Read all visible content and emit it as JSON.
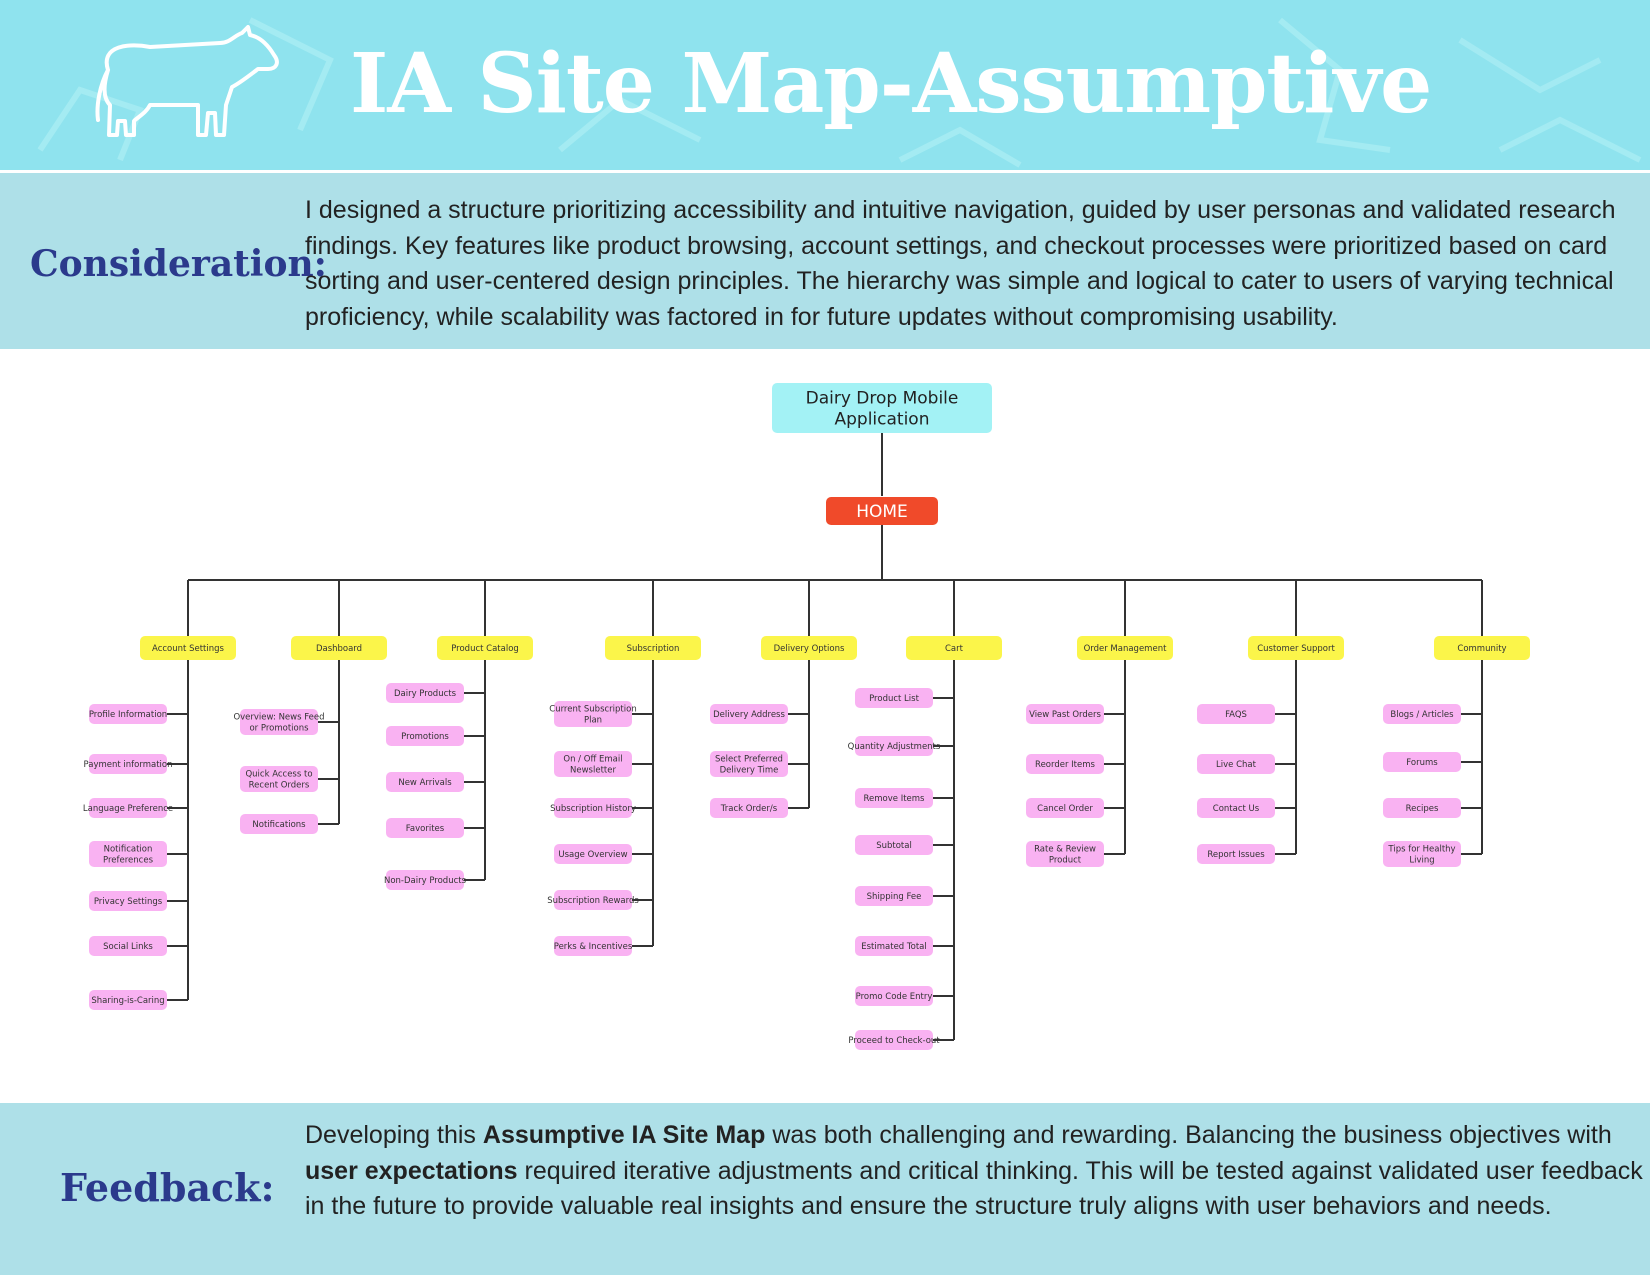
{
  "page": {
    "title": "IA Site Map-Assumptive",
    "colors": {
      "header_bg": "#8fe3ee",
      "band_bg": "#aee0e8",
      "label_color": "#2b3a8c",
      "root_box": "#a3f2f5",
      "home_box": "#f04a2a",
      "category_box": "#fbf54a",
      "leaf_box": "#f9b2f2"
    }
  },
  "consideration": {
    "label": "Consideration:",
    "text": "I designed a structure prioritizing accessibility and intuitive navigation, guided by user personas and validated research findings. Key features like product browsing, account settings, and checkout processes were prioritized based on card sorting and user-centered design principles. The hierarchy was simple and logical to cater to users of varying technical proficiency, while scalability was factored in for future updates without compromising usability."
  },
  "feedback": {
    "label": "Feedback:",
    "text_1": "Developing this ",
    "bold_1": "Assumptive IA Site Map",
    "text_2": " was both challenging and rewarding. Balancing the business objectives with ",
    "bold_2": "user expectations",
    "text_3": " required iterative adjustments and critical thinking. This will be tested against validated user feedback in the future to provide valuable real insights and ensure the structure truly aligns with user behaviors and needs."
  },
  "sitemap": {
    "root": "Dairy Drop Mobile Application",
    "home": "HOME",
    "categories": [
      {
        "label": "Account Settings",
        "children": [
          "Profile Information",
          "Payment information",
          "Language Preference",
          "Notification Preferences",
          "Privacy Settings",
          "Social Links",
          "Sharing-is-Caring"
        ]
      },
      {
        "label": "Dashboard",
        "children": [
          "Overview: News Feed or Promotions",
          "Quick Access to Recent Orders",
          "Notifications"
        ]
      },
      {
        "label": "Product Catalog",
        "children": [
          "Dairy Products",
          "Promotions",
          "New Arrivals",
          "Favorites",
          "Non-Dairy Products"
        ]
      },
      {
        "label": "Subscription",
        "children": [
          "Current Subscription Plan",
          "On / Off Email Newsletter",
          "Subscription History",
          "Usage Overview",
          "Subscription Rewards",
          "Perks & Incentives"
        ]
      },
      {
        "label": "Delivery Options",
        "children": [
          "Delivery Address",
          "Select Preferred Delivery Time",
          "Track Order/s"
        ]
      },
      {
        "label": "Cart",
        "children": [
          "Product List",
          "Quantity Adjustments",
          "Remove Items",
          "Subtotal",
          "Shipping Fee",
          "Estimated Total",
          "Promo Code Entry",
          "Proceed to Check-out"
        ]
      },
      {
        "label": "Order Management",
        "children": [
          "View Past Orders",
          "Reorder Items",
          "Cancel Order",
          "Rate & Review Product"
        ]
      },
      {
        "label": "Customer Support",
        "children": [
          "FAQS",
          "Live Chat",
          "Contact Us",
          "Report Issues"
        ]
      },
      {
        "label": "Community",
        "children": [
          "Blogs / Articles",
          "Forums",
          "Recipes",
          "Tips for Healthy Living"
        ]
      }
    ]
  }
}
